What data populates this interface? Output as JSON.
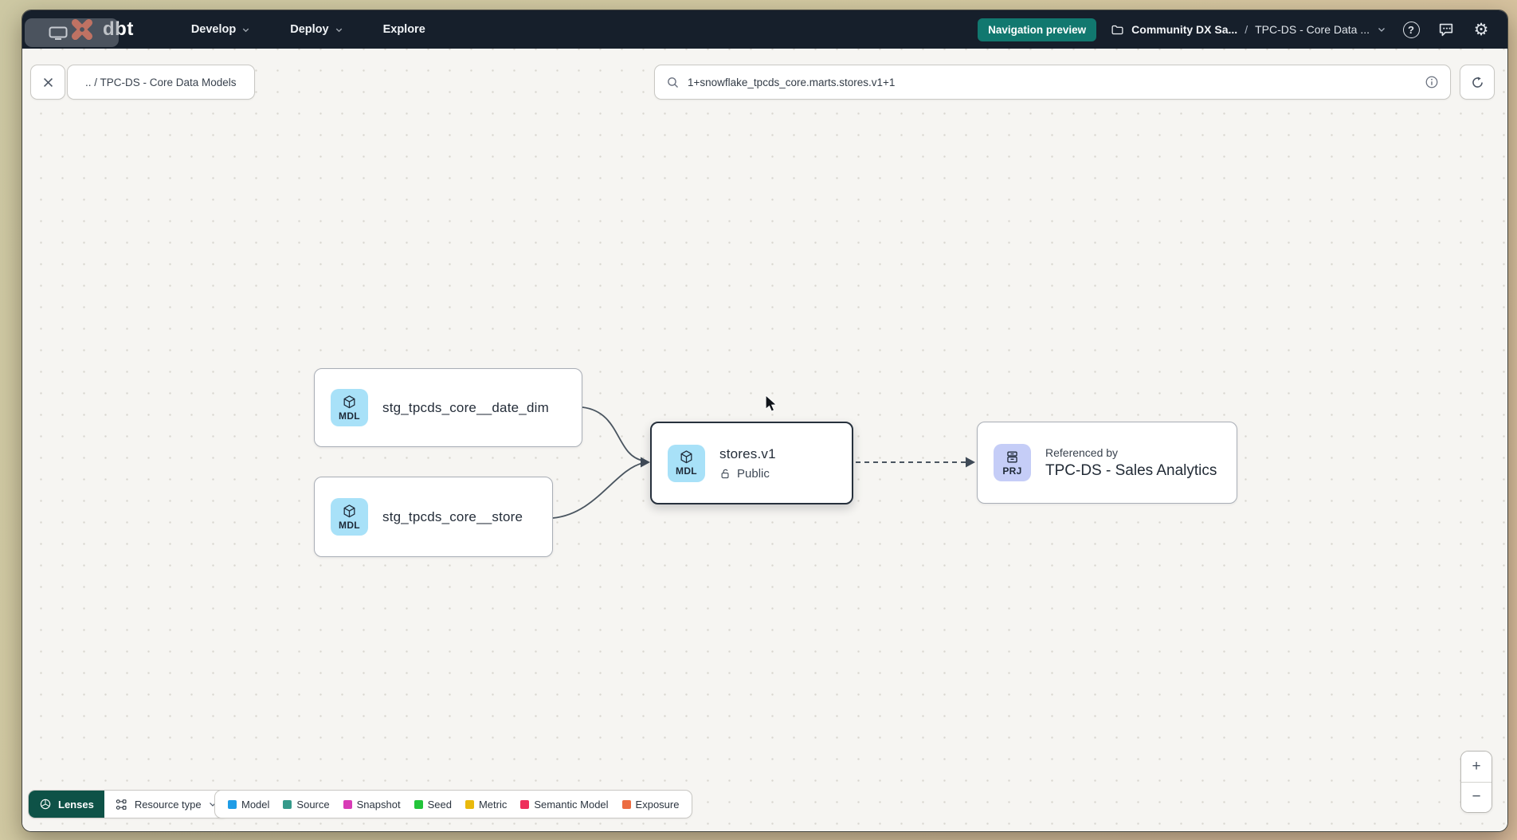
{
  "navbar": {
    "logo_text": "dbt",
    "menus": [
      {
        "label": "Develop"
      },
      {
        "label": "Deploy"
      },
      {
        "label": "Explore"
      }
    ],
    "preview_badge": "Navigation preview",
    "breadcrumb": {
      "project": "Community DX Sa...",
      "separator": "/",
      "page": "TPC-DS - Core Data ..."
    }
  },
  "toolbar": {
    "path_chip": ".. / TPC-DS - Core Data Models",
    "search": {
      "value": "1+snowflake_tpcds_core.marts.stores.v1+1"
    }
  },
  "graph": {
    "nodes": [
      {
        "badge": "MDL",
        "label": "stg_tpcds_core__date_dim"
      },
      {
        "badge": "MDL",
        "label": "stg_tpcds_core__store"
      },
      {
        "badge": "MDL",
        "label": "stores.v1",
        "access": "Public"
      },
      {
        "badge": "PRJ",
        "kicker": "Referenced by",
        "label": "TPC-DS - Sales Analytics"
      }
    ]
  },
  "footer": {
    "lenses_label": "Lenses",
    "resource_type_label": "Resource type",
    "legend": [
      {
        "label": "Model",
        "color": "#1e9ce6"
      },
      {
        "label": "Source",
        "color": "#35998a"
      },
      {
        "label": "Snapshot",
        "color": "#d83bb6"
      },
      {
        "label": "Seed",
        "color": "#23c43a"
      },
      {
        "label": "Metric",
        "color": "#e9b90c"
      },
      {
        "label": "Semantic Model",
        "color": "#ee2e5b"
      },
      {
        "label": "Exposure",
        "color": "#ec6c41"
      }
    ]
  },
  "zoom_controls": {
    "zoom_in": "+",
    "zoom_out": "−"
  },
  "icons": {
    "gear": "⚙",
    "help": "?"
  },
  "colors": {
    "brand_orange": "#ff5c35",
    "navbar_bg": "#161f2b",
    "preview_badge_bg": "#11786f",
    "lenses_bg": "#0e5247",
    "model_badge_bg": "#a8e1f8",
    "project_badge_bg": "#c5cdf7",
    "selected_border": "#27313d"
  }
}
